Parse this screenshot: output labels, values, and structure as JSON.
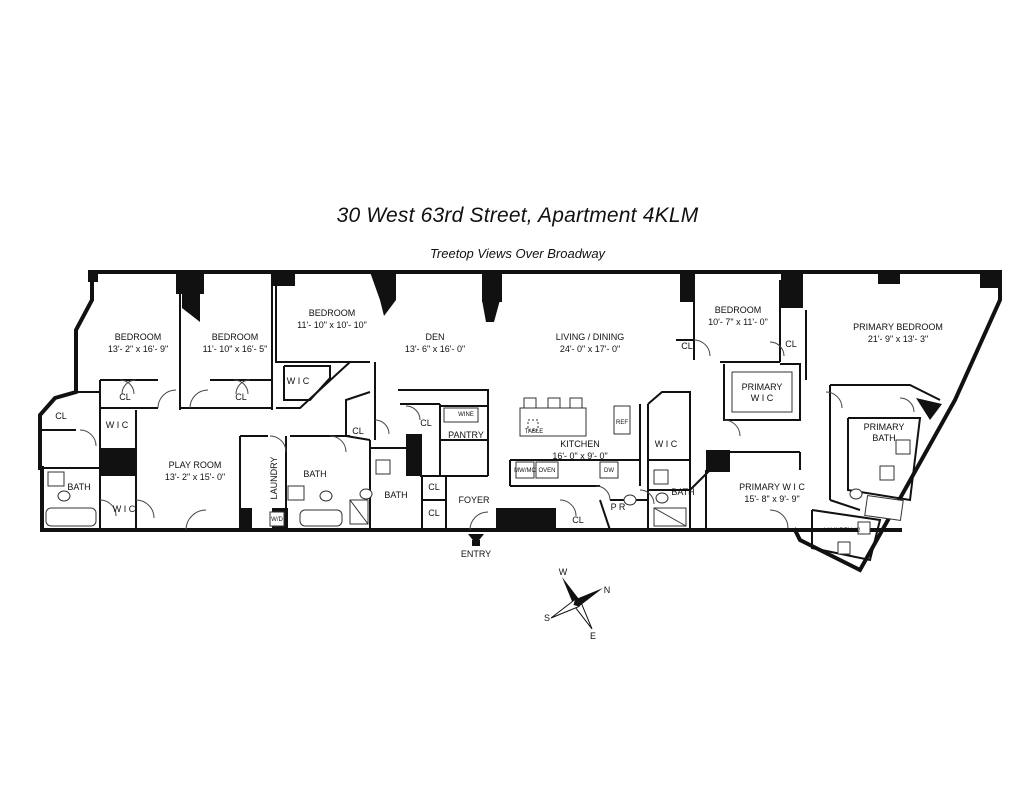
{
  "header": {
    "title": "30 West 63rd Street, Apartment 4KLM",
    "subtitle": "Treetop Views Over Broadway"
  },
  "rooms": [
    {
      "id": "bedroom-1",
      "name": "BEDROOM",
      "dims": "13'- 2\" x 16'- 9\""
    },
    {
      "id": "bedroom-2",
      "name": "BEDROOM",
      "dims": "11'- 10\" x 16'- 5\""
    },
    {
      "id": "bedroom-3",
      "name": "BEDROOM",
      "dims": "11'- 10\" x 10'- 10\""
    },
    {
      "id": "den",
      "name": "DEN",
      "dims": "13'- 6\" x 16'- 0\""
    },
    {
      "id": "living-dining",
      "name": "LIVING / DINING",
      "dims": "24'- 0\" x 17'- 0\""
    },
    {
      "id": "bedroom-4",
      "name": "BEDROOM",
      "dims": "10'- 7\" x 11'- 0\""
    },
    {
      "id": "primary-bedroom",
      "name": "PRIMARY BEDROOM",
      "dims": "21'- 9\" x 13'- 3\""
    },
    {
      "id": "play-room",
      "name": "PLAY ROOM",
      "dims": "13'- 2\" x 15'- 0\""
    },
    {
      "id": "kitchen",
      "name": "KITCHEN",
      "dims": "16'- 0\" x 9'- 0\""
    },
    {
      "id": "primary-wic-large",
      "name": "PRIMARY W I C",
      "dims": "15'- 8\" x 9'- 9\""
    }
  ],
  "labels": {
    "cl": "CL",
    "wic": "W I C",
    "bath": "BATH",
    "laundry": "LAUNDRY",
    "pantry": "PANTRY",
    "foyer": "FOYER",
    "entry": "ENTRY",
    "pr": "P R",
    "primary_wic": "PRIMARY",
    "primary_wic_2": "W I C",
    "primary_bath": "PRIMARY",
    "primary_bath_2": "BATH",
    "laundry2": "LAUNDRY #2",
    "wine": "WINE",
    "table": "TABLE",
    "ref": "REF",
    "mw": "MW/MC",
    "oven": "OVEN",
    "dw": "DW",
    "wd": "W/D"
  },
  "compass": {
    "n": "N",
    "s": "S",
    "e": "E",
    "w": "W"
  }
}
